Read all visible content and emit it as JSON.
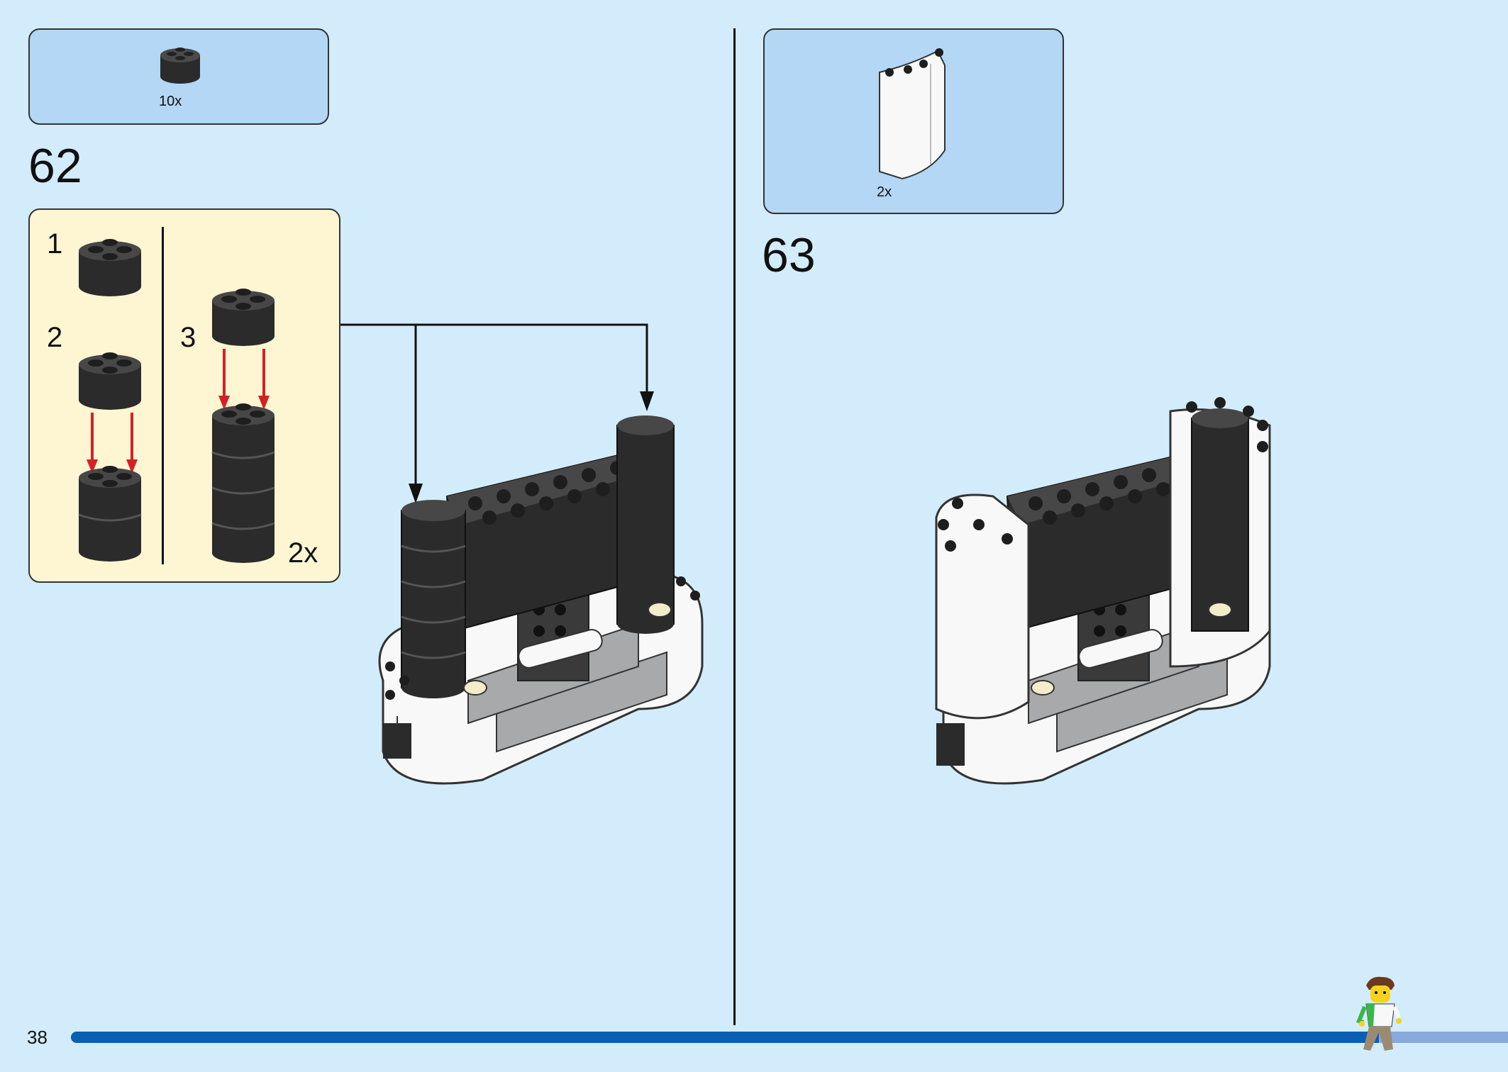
{
  "colors": {
    "page_bg": "#d3ecfb",
    "parts_box": "#b3d7f5",
    "substep_box": "#fef6d2",
    "progress_done": "#0a5fb4",
    "progress_remaining": "#88a9dd",
    "arrow_red": "#d42027",
    "brick_black": "#2b2b2b",
    "brick_white": "#f8f8f8",
    "brick_grey": "#a7a9ab"
  },
  "step_62": {
    "number": "62",
    "parts_count": "10x",
    "parts_icon": "round-brick-2x2-black-icon",
    "substeps": [
      {
        "number": "1"
      },
      {
        "number": "2"
      },
      {
        "number": "3"
      }
    ],
    "multiplier": "2x"
  },
  "step_63": {
    "number": "63",
    "parts_count": "2x",
    "parts_icon": "curved-panel-white-icon"
  },
  "footer": {
    "page_number": "38",
    "progress_fraction": 0.91
  }
}
